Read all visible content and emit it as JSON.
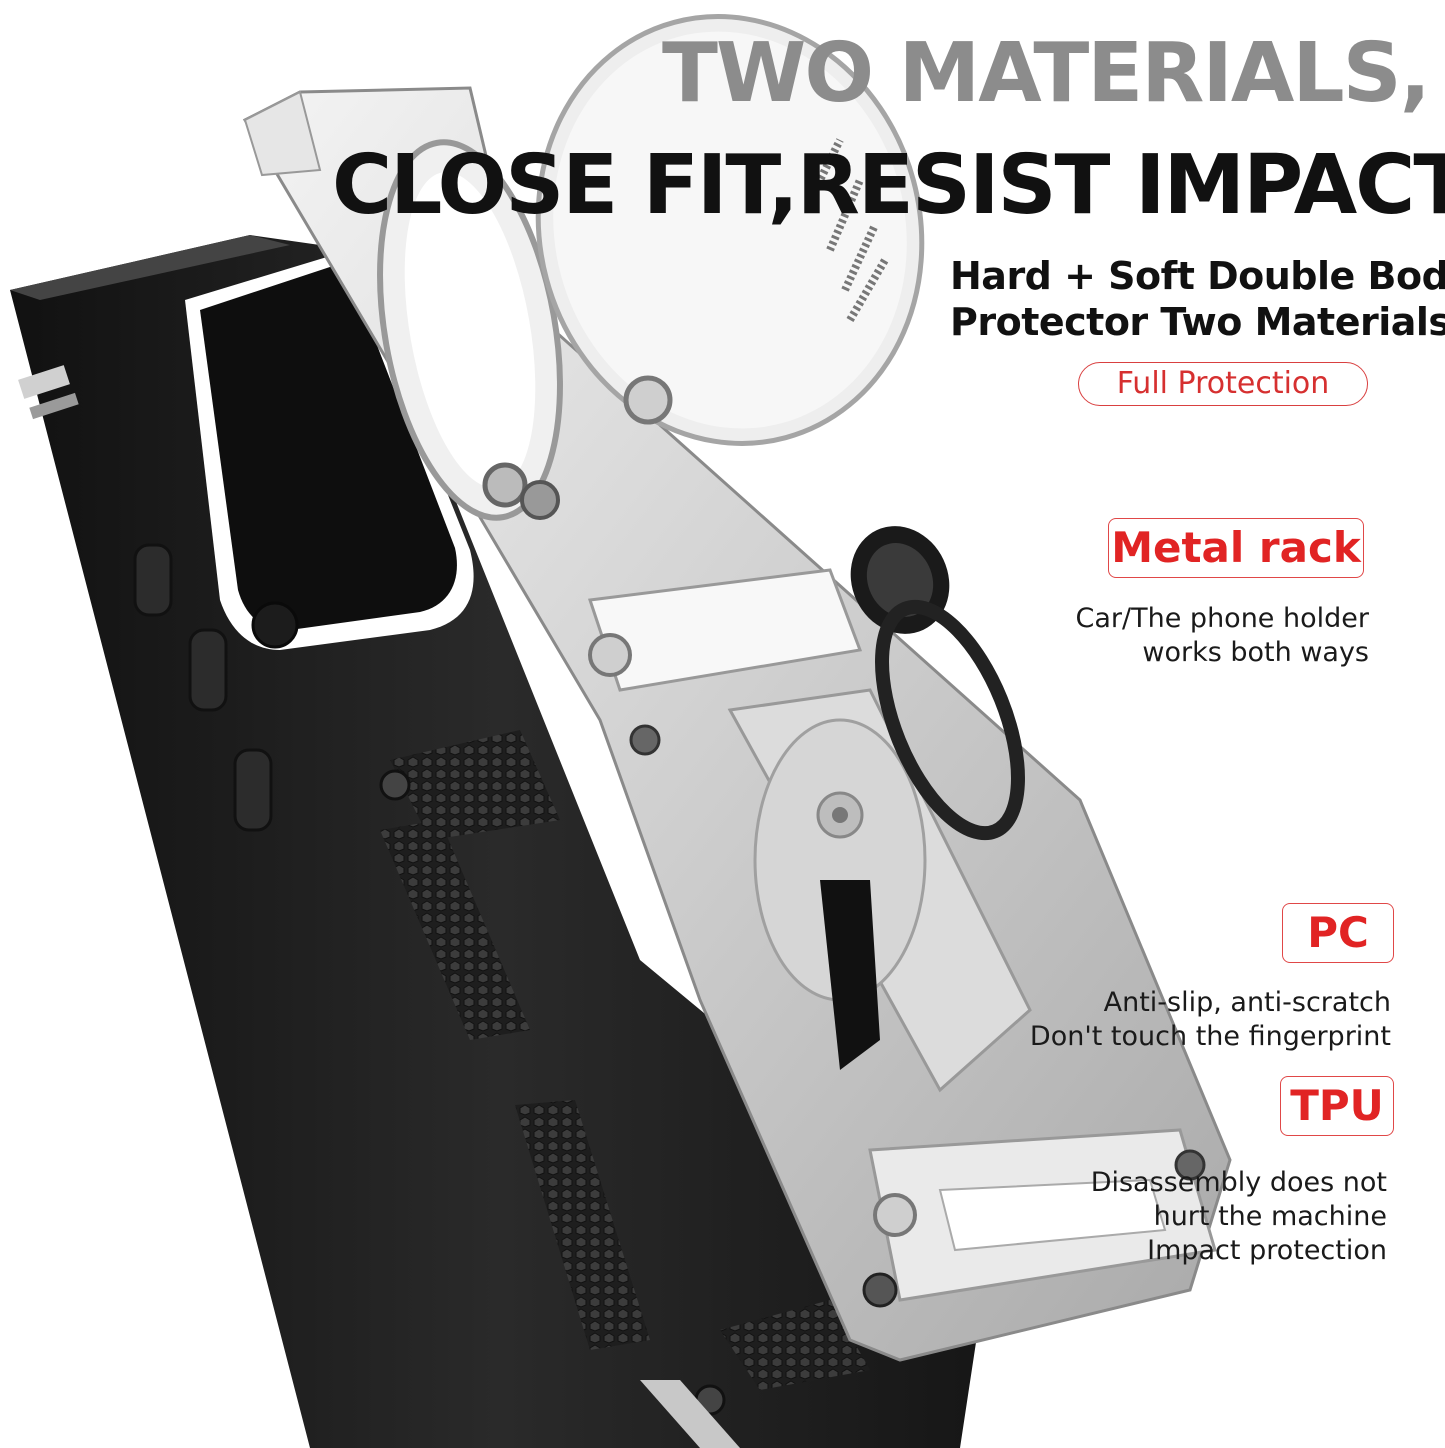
{
  "headline": {
    "line1": "TWO MATERIALS,",
    "line2": "CLOSE FIT,RESIST IMPACT"
  },
  "subheading": {
    "line1": "Hard + Soft Double Body",
    "line2": "Protector Two Materials"
  },
  "badge": "Full Protection",
  "callouts": {
    "metal_rack": {
      "title": "Metal rack",
      "lines": [
        "Car/The phone holder",
        "works both ways"
      ]
    },
    "pc": {
      "title": "PC",
      "lines": [
        "Anti-slip, anti-scratch",
        "Don't touch the fingerprint"
      ]
    },
    "tpu": {
      "title": "TPU",
      "lines": [
        "Disassembly does not",
        "hurt the machine",
        "Impact protection"
      ]
    }
  },
  "colors": {
    "accent_red": "#e04848",
    "case_black": "#1c1c1c",
    "case_silver": "#d8d8d8"
  }
}
